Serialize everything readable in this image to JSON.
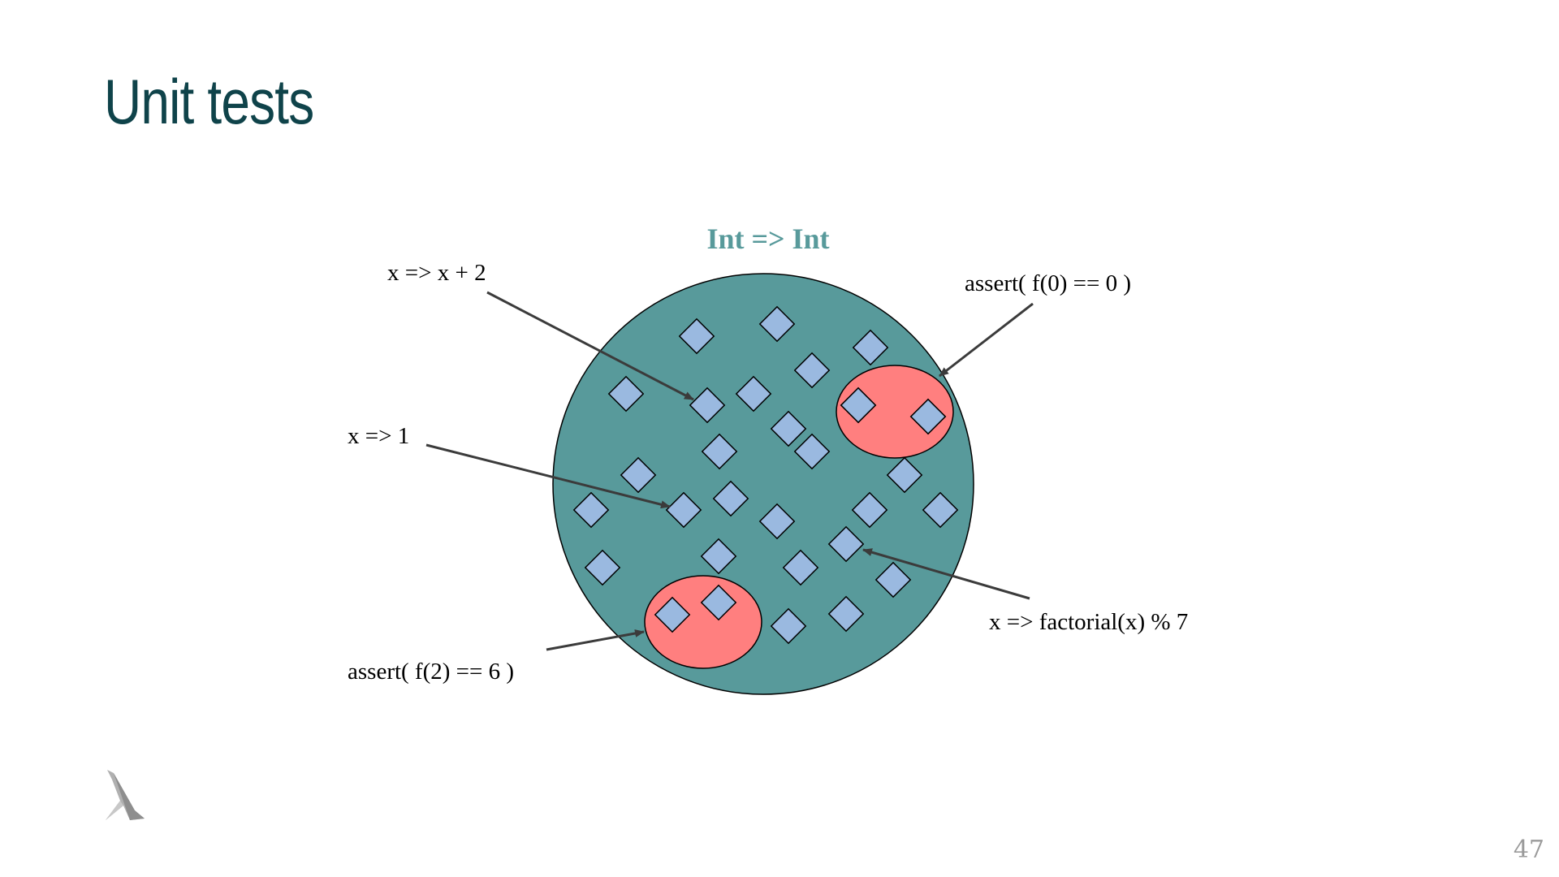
{
  "slide": {
    "title": "Unit tests",
    "page_number": "47"
  },
  "diagram": {
    "set_title": "Int => Int",
    "labels": {
      "plus_two": "x => x + 2",
      "const_one": "x => 1",
      "assert_zero": "assert( f(0) == 0 )",
      "assert_two": "assert( f(2) == 6 )",
      "factorial": "x => factorial(x) % 7"
    },
    "colors": {
      "set_fill": "#589a9b",
      "set_title": "#589a9b",
      "element_fill": "#9ab9e0",
      "test_region_fill": "#ff7f7f",
      "arrow": "#3b3b3b",
      "title": "#0f434a"
    }
  },
  "icons": {
    "logo": "lambda-logo-icon"
  }
}
